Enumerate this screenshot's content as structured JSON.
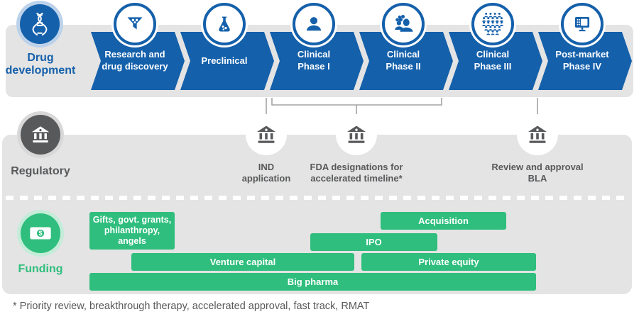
{
  "drug_development": {
    "label": "Drug\ndevelopment",
    "stages": [
      {
        "label": "Research and\ndrug discovery",
        "icon": "funnel-icon"
      },
      {
        "label": "Preclinical",
        "icon": "flask-icon"
      },
      {
        "label": "Clinical\nPhase I",
        "icon": "person-icon"
      },
      {
        "label": "Clinical\nPhase II",
        "icon": "people-icon"
      },
      {
        "label": "Clinical\nPhase III",
        "icon": "crowd-icon"
      },
      {
        "label": "Post-market\nPhase IV",
        "icon": "monitor-icon"
      }
    ]
  },
  "regulatory": {
    "label": "Regulatory",
    "icon": "bank-icon",
    "milestones": [
      {
        "label": "IND\napplication",
        "icon": "bank-icon"
      },
      {
        "label": "FDA designations for\naccelerated timeline*",
        "icon": "bank-icon"
      },
      {
        "label": "Review and approval\nBLA",
        "icon": "bank-icon"
      }
    ]
  },
  "funding": {
    "label": "Funding",
    "icon": "money-icon",
    "bars": [
      {
        "label": "Gifts, govt. grants,\nphilanthropy,\nangels"
      },
      {
        "label": "Acquisition"
      },
      {
        "label": "IPO"
      },
      {
        "label": "Venture capital"
      },
      {
        "label": "Private equity"
      },
      {
        "label": "Big pharma"
      }
    ]
  },
  "footnote": "* Priority review, breakthrough therapy, accelerated approval, fast track, RMAT",
  "colors": {
    "blue": "#1460ab",
    "blue_halo": "#bcd2ea",
    "green": "#2fbe7d",
    "green_halo": "#c4ecd9",
    "band_gray": "#e4e4e4",
    "dark_gray": "#58595b",
    "gray_halo": "#d8d8d8",
    "connector_gray": "#a3a3a3"
  }
}
